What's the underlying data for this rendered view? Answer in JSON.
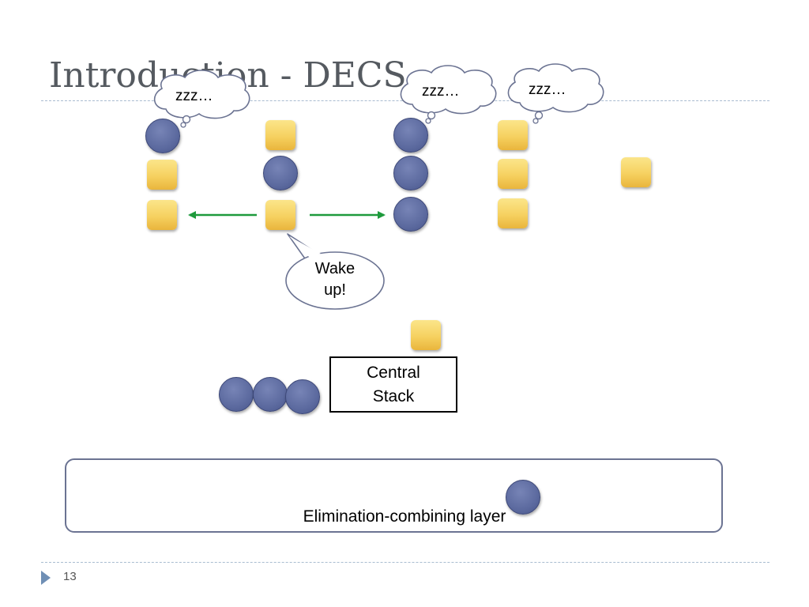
{
  "slide": {
    "title": "Introduction - DECS",
    "page_number": "13"
  },
  "bubbles": {
    "thought_1": "zzz…",
    "thought_2": "zzz…",
    "thought_3": "zzz…",
    "wake_line1": "Wake",
    "wake_line2": "up!"
  },
  "central_stack": {
    "line1": "Central",
    "line2": "Stack"
  },
  "layer": {
    "label": "Elimination-combining layer"
  },
  "colors": {
    "operation_square": "#f6d160",
    "operation_circle": "#5c6a9f",
    "arrow": "#1e9a3c",
    "accent": "#6f8fb5"
  }
}
